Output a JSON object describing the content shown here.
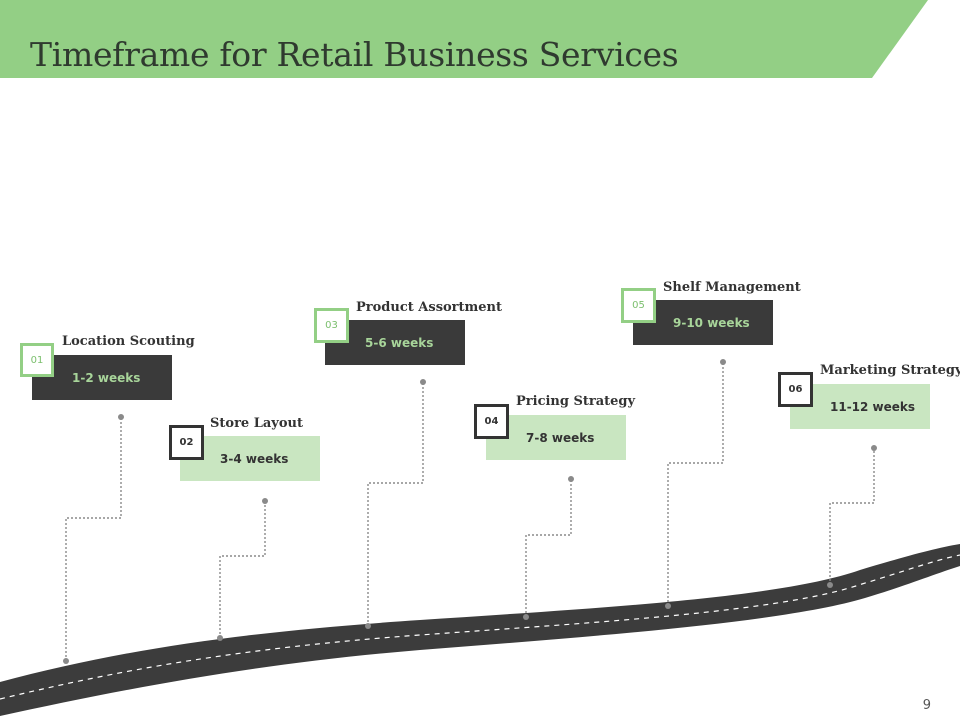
{
  "slide": {
    "title": "Timeframe for Retail Business Services",
    "page_number": "9",
    "colors": {
      "accent_green": "#93cf85",
      "light_green": "#c9e6c1",
      "dark": "#3a3a3a"
    }
  },
  "steps": [
    {
      "number": "01",
      "label": "Location Scouting",
      "duration": "1-2 weeks"
    },
    {
      "number": "02",
      "label": "Store Layout",
      "duration": "3-4 weeks"
    },
    {
      "number": "03",
      "label": "Product Assortment",
      "duration": "5-6 weeks"
    },
    {
      "number": "04",
      "label": "Pricing Strategy",
      "duration": "7-8 weeks"
    },
    {
      "number": "05",
      "label": "Shelf Management",
      "duration": "9-10 weeks"
    },
    {
      "number": "06",
      "label": "Marketing Strategy",
      "duration": "11-12 weeks"
    }
  ]
}
